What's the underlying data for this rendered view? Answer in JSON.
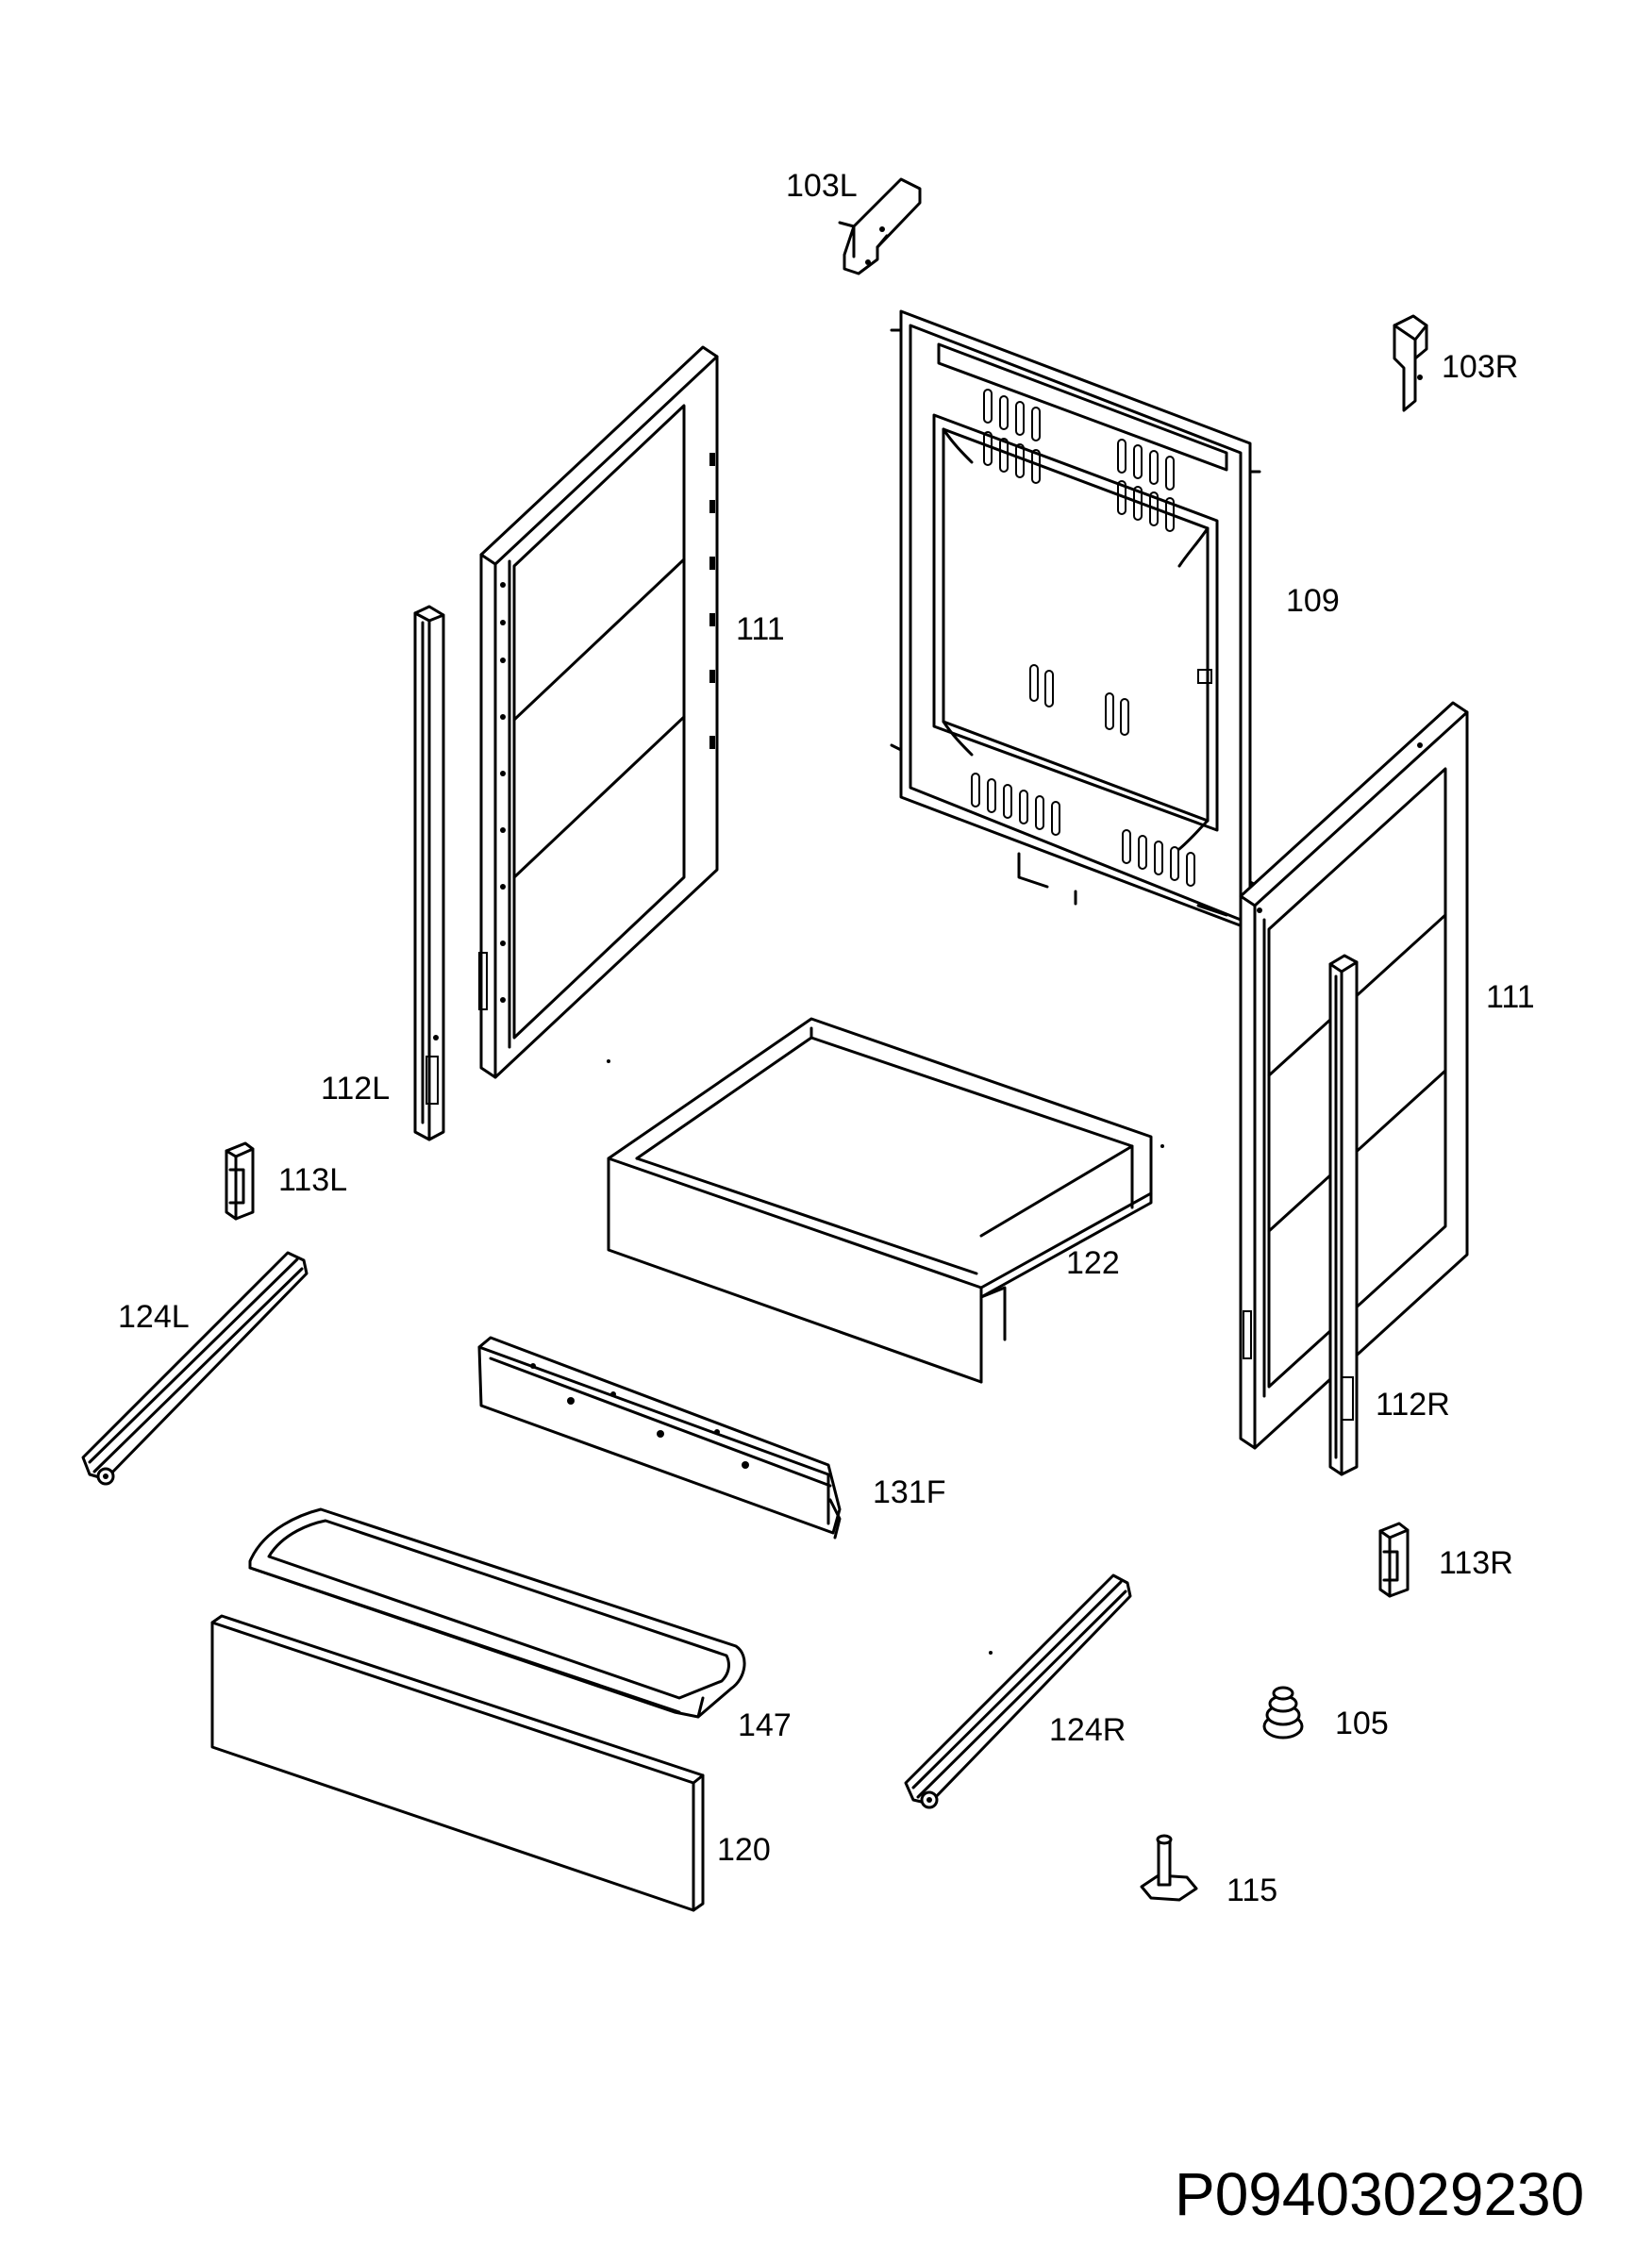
{
  "diagram": {
    "labels": {
      "p103L": "103L",
      "p103R": "103R",
      "p109": "109",
      "p111_left": "111",
      "p111_right": "111",
      "p112L": "112L",
      "p112R": "112R",
      "p113L": "113L",
      "p113R": "113R",
      "p122": "122",
      "p124L": "124L",
      "p124R": "124R",
      "p131F": "131F",
      "p147": "147",
      "p105": "105",
      "p120": "120",
      "p115": "115"
    },
    "drawing_code": "P09403029230"
  }
}
